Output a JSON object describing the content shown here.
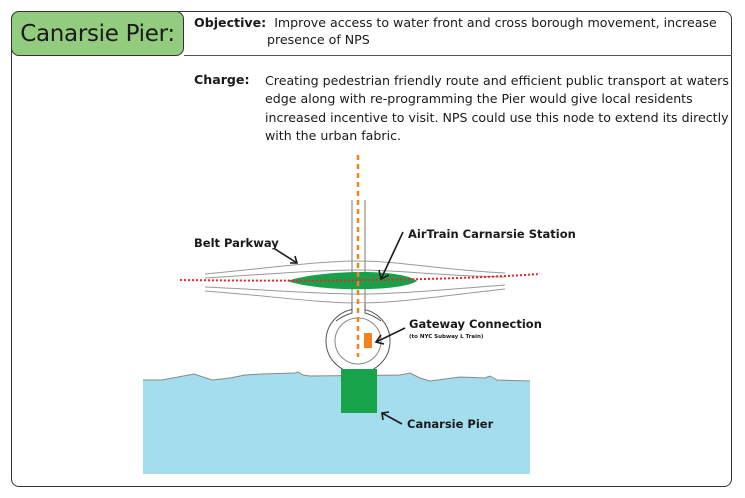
{
  "header": {
    "title": "Canarsie Pier:",
    "objective_label": "Objective:",
    "objective_line1": "Improve access to water front and cross borough movement, increase",
    "objective_line2": "presence of NPS"
  },
  "charge": {
    "label": "Charge:",
    "text": "Creating pedestrian friendly route and efficient public transport  at waters edge along with re-programming the Pier would give local residents increased incentive to visit.  NPS could use this node to extend its directly with the urban fabric."
  },
  "diagram": {
    "labels": {
      "belt_parkway": "Belt Parkway",
      "airtrain_station": "AirTrain Carnarsie Station",
      "gateway_connection": "Gateway Connection",
      "gateway_sub": "(to NYC Subway L Train)",
      "canarsie_pier": "Canarsie Pier"
    },
    "colors": {
      "title_tab": "#93cb7f",
      "station_green": "#1aa04a",
      "pier_green": "#17a34a",
      "water": "#a4dded",
      "route_orange": "#f5821f",
      "rail_red": "#e8242b",
      "road_gray": "#999999"
    }
  }
}
